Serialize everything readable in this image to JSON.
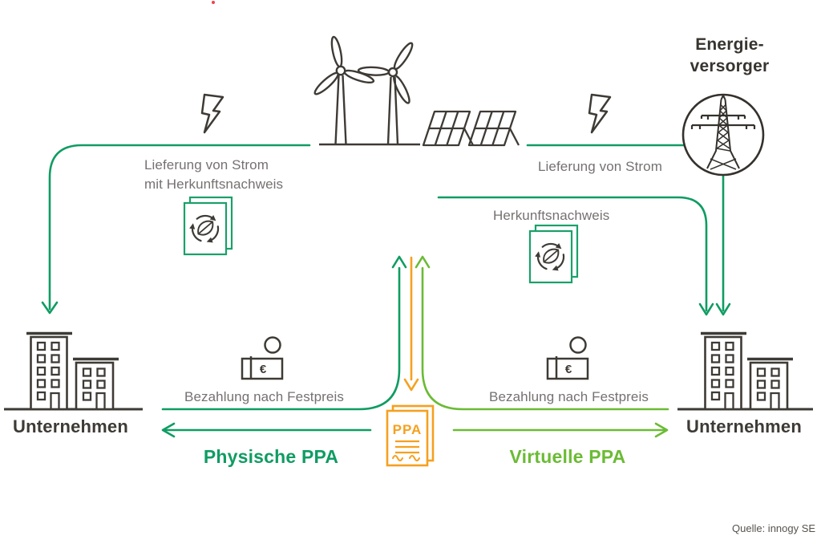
{
  "diagram": {
    "source_note": "Quelle: innogy SE",
    "colors": {
      "dark_green": "#0f9c62",
      "light_green": "#6bbb35",
      "orange": "#f6a01e",
      "ink": "#3e3a35",
      "label_gray": "#767171"
    },
    "nodes": {
      "energy_provider": {
        "title_line1": "Energie-",
        "title_line2": "versorger",
        "icon": "transmission-tower-icon"
      },
      "generation": {
        "icons": [
          "wind-turbine-icon",
          "wind-turbine-icon",
          "solar-panel-icon",
          "solar-panel-icon"
        ]
      },
      "company_left": {
        "label": "Unternehmen",
        "icon": "buildings-icon"
      },
      "company_right": {
        "label": "Unternehmen",
        "icon": "buildings-icon"
      }
    },
    "flows": {
      "delivery_left": {
        "label_line1": "Lieferung von Strom",
        "label_line2": "mit Herkunftsnachweis",
        "icon": "electricity-bolt-icon"
      },
      "delivery_right": {
        "label": "Lieferung von Strom",
        "icon": "electricity-bolt-icon"
      },
      "certificate_left": {
        "icon": "green-certificate-icon"
      },
      "certificate_right": {
        "label": "Herkunftsnachweis",
        "icon": "green-certificate-icon"
      },
      "payment_left": {
        "label": "Bezahlung nach Festpreis",
        "icon": "money-icon",
        "currency": "€"
      },
      "payment_right": {
        "label": "Bezahlung nach Festpreis",
        "icon": "money-icon",
        "currency": "€"
      }
    },
    "ppa": {
      "document_label": "PPA",
      "left_type": "Physische PPA",
      "right_type": "Virtuelle PPA"
    }
  }
}
